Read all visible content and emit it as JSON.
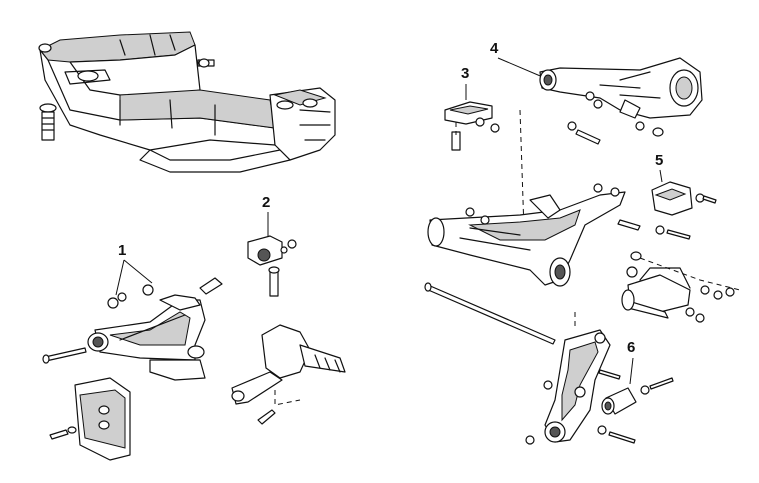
{
  "callouts": [
    {
      "id": "1",
      "label": "1"
    },
    {
      "id": "2",
      "label": "2"
    },
    {
      "id": "3",
      "label": "3"
    },
    {
      "id": "4",
      "label": "4"
    },
    {
      "id": "5",
      "label": "5"
    },
    {
      "id": "6",
      "label": "6"
    }
  ],
  "colors": {
    "ink": "#111111",
    "shade": "#cfcfcf",
    "paper": "#ffffff"
  }
}
